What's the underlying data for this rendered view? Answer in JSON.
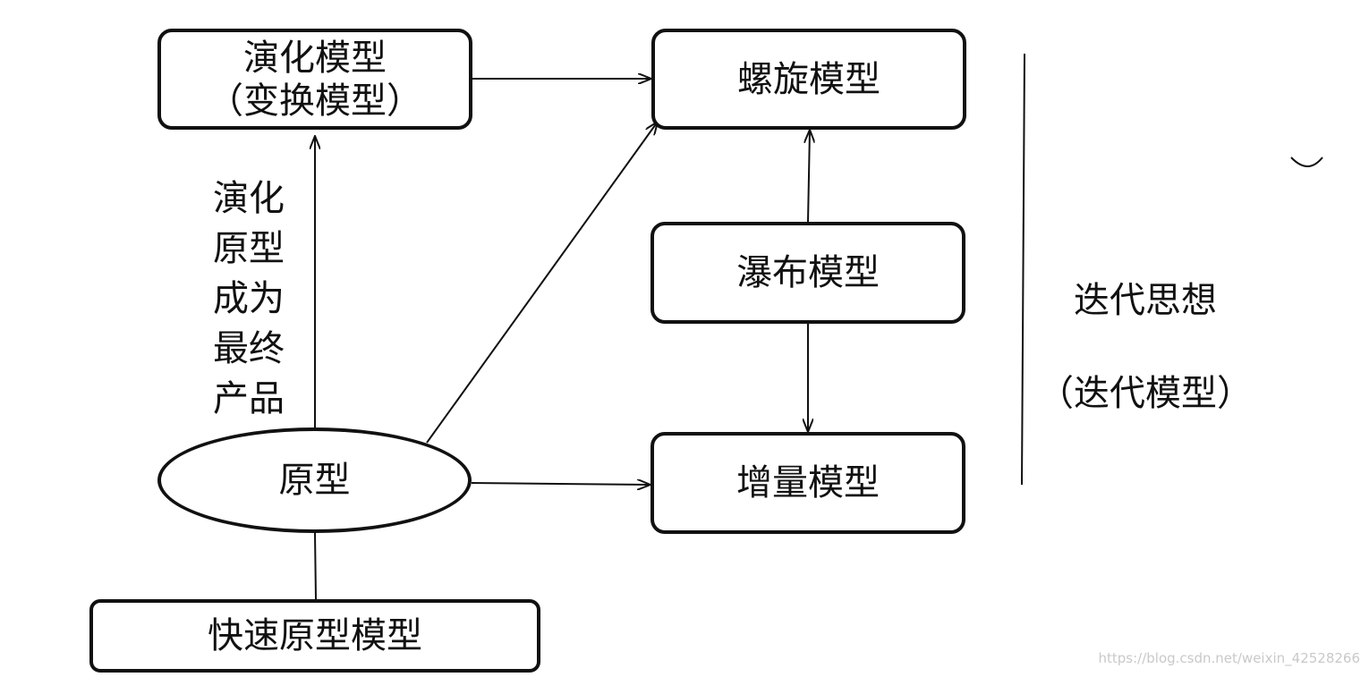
{
  "nodes": {
    "evolution": {
      "line1": "演化模型",
      "line2": "（变换模型）"
    },
    "spiral": {
      "label": "螺旋模型"
    },
    "waterfall": {
      "label": "瀑布模型"
    },
    "incremental": {
      "label": "增量模型"
    },
    "prototype": {
      "label": "原型"
    },
    "rapid_prototype": {
      "label": "快速原型模型"
    }
  },
  "edge_labels": {
    "prototype_to_evolution": "演化\n原型\n成为\n最终\n产品"
  },
  "group_label": {
    "line1": "迭代思想",
    "line2": "（迭代模型）"
  },
  "watermark": "https://blog.csdn.net/weixin_42528266",
  "colors": {
    "stroke": "#111111",
    "watermark": "#c9c9c9"
  }
}
